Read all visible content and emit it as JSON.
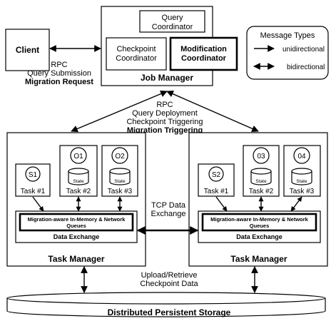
{
  "client": {
    "label": "Client"
  },
  "job_manager": {
    "title": "Job Manager",
    "query_coordinator": [
      "Query",
      "Coordinator"
    ],
    "checkpoint_coordinator": [
      "Checkpoint",
      "Coordinator"
    ],
    "modification_coordinator": [
      "Modification",
      "Coordinator"
    ]
  },
  "client_link": {
    "line1": "RPC",
    "line2": "Query Submission",
    "line3": "Migration Request"
  },
  "deployment_link": {
    "line1": "RPC",
    "line2": "Query Deployment",
    "line3": "Checkpoint Triggering",
    "line4": "Migration Triggering"
  },
  "legend": {
    "title": "Message Types",
    "unidirectional": "unidirectional",
    "bidirectional": "bidirectional"
  },
  "task_managers": [
    {
      "title": "Task Manager",
      "tasks": [
        {
          "operator": "S1",
          "label": "Task #1",
          "state": null
        },
        {
          "operator": "O1",
          "label": "Task #2",
          "state": "State"
        },
        {
          "operator": "O2",
          "label": "Task #3",
          "state": "State"
        }
      ],
      "queues": [
        "Migration-aware In-Memory & Network",
        "Queues"
      ],
      "data_exchange": "Data Exchange"
    },
    {
      "title": "Task Manager",
      "tasks": [
        {
          "operator": "S2",
          "label": "Task #1",
          "state": null
        },
        {
          "operator": "03",
          "label": "Task #2",
          "state": "State"
        },
        {
          "operator": "04",
          "label": "Task #3",
          "state": "State"
        }
      ],
      "queues": [
        "Migration-aware In-Memory & Network",
        "Queues"
      ],
      "data_exchange": "Data Exchange"
    }
  ],
  "tcp_link": {
    "line1": "TCP Data",
    "line2": "Exchange"
  },
  "storage_link": {
    "line1": "Upload/Retrieve",
    "line2": "Checkpoint Data"
  },
  "storage": {
    "label": "Distributed Persistent Storage"
  }
}
